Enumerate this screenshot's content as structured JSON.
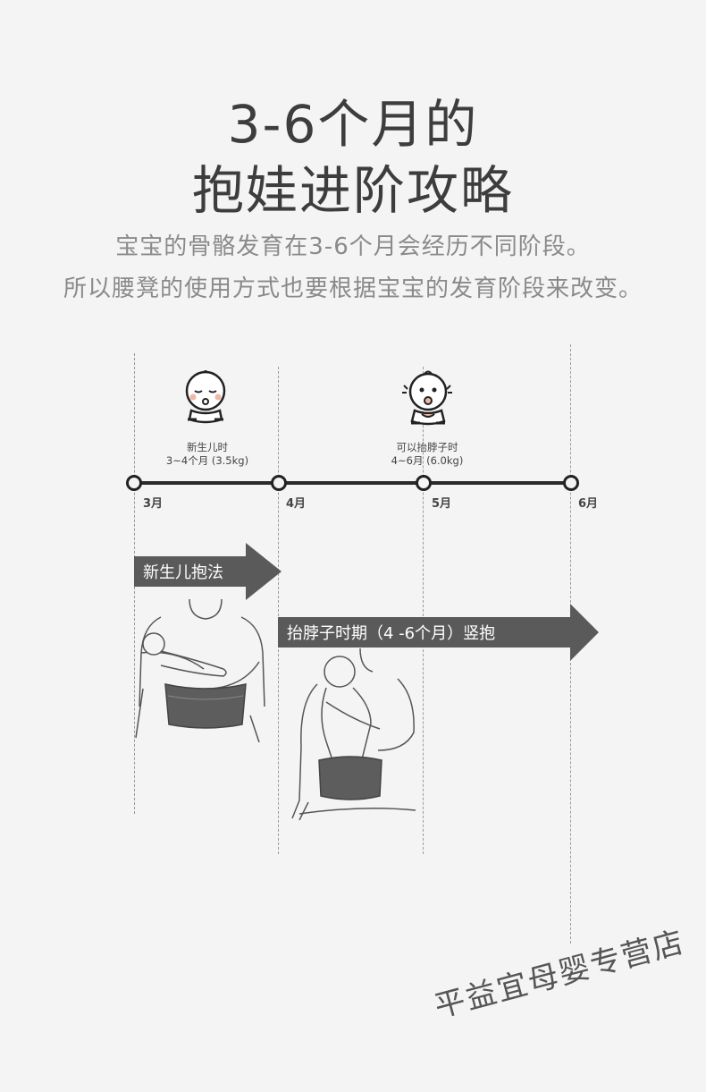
{
  "heading": {
    "line1": "3-6个月的",
    "line2": "抱娃进阶攻略"
  },
  "subtitle": {
    "line1": "宝宝的骨骼发育在3-6个月会经历不同阶段。",
    "line2": "所以腰凳的使用方式也要根据宝宝的发育阶段来改变。"
  },
  "timeline": {
    "months": [
      "3月",
      "4月",
      "5月",
      "6月"
    ],
    "stages": [
      {
        "name": "新生儿时",
        "detail": "3~4个月 (3.5kg)"
      },
      {
        "name": "可以抬脖子时",
        "detail": "4~6月 (6.0kg)"
      }
    ]
  },
  "arrows": {
    "first": "新生儿抱法",
    "second": "抬脖子时期（4 -6个月）竖抱"
  },
  "icons": [
    "sleeping-baby-icon",
    "awake-baby-icon"
  ],
  "watermark": "平益宜母婴专营店",
  "colors": {
    "background": "#f4f4f4",
    "arrow": "#5a5a5a",
    "timeline": "#2a2a2a",
    "subtitle": "#8a8a8a"
  }
}
